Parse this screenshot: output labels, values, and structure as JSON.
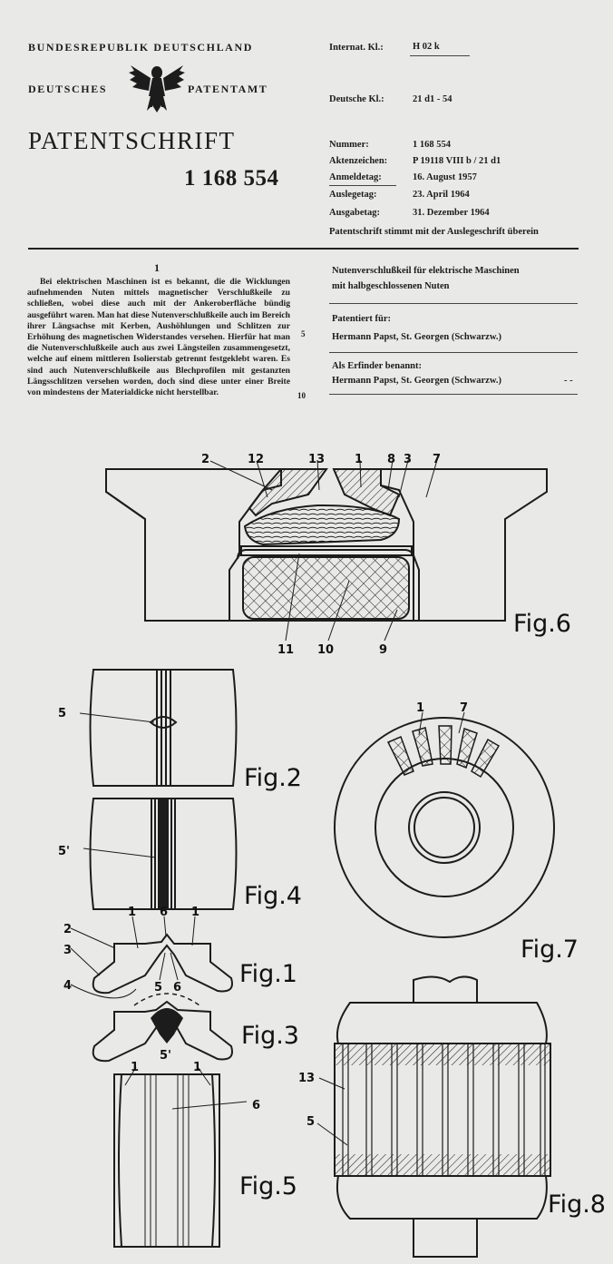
{
  "header": {
    "country": "BUNDESREPUBLIK DEUTSCHLAND",
    "office_left": "DEUTSCHES",
    "office_right": "PATENTAMT",
    "doc_type": "PATENTSCHRIFT",
    "number": "1 168 554",
    "intl_class_label": "Internat. Kl.:",
    "intl_class_value": "H 02 k",
    "de_class_label": "Deutsche Kl.:",
    "de_class_value": "21 d1 - 54"
  },
  "meta": {
    "nummer_label": "Nummer:",
    "nummer_value": "1 168 554",
    "akten_label": "Aktenzeichen:",
    "akten_value": "P 19118 VIII b / 21 d1",
    "anmelde_label": "Anmeldetag:",
    "anmelde_value": "16. August 1957",
    "auslege_label": "Auslegetag:",
    "auslege_value": "23. April 1964",
    "ausgabe_label": "Ausgabetag:",
    "ausgabe_value": "31. Dezember 1964",
    "note": "Patentschrift stimmt mit der Auslegeschrift überein"
  },
  "body": {
    "column_number": "1",
    "paragraph": "Bei elektrischen Maschinen ist es bekannt, die die Wicklungen aufnehmenden Nuten mittels magnetischer Verschlußkeile zu schließen, wobei diese auch mit der Ankeroberfläche bündig ausgeführt waren. Man hat diese Nutenverschlußkeile auch im Bereich ihrer Längsachse mit Kerben, Aushöhlungen und Schlitzen zur Erhöhung des magnetischen Widerstandes versehen. Hierfür hat man die Nutenverschlußkeile auch aus zwei Längsteilen zusammengesetzt, welche auf einem mittleren Isolierstab getrennt festgeklebt waren. Es sind auch Nutenverschlußkeile aus Blechprofilen mit gestanzten Längsschlitzen versehen worden, doch sind diese unter einer Breite von mindestens der Materialdicke nicht herstellbar.",
    "line_mark_5": "5",
    "line_mark_10": "10"
  },
  "sidebar": {
    "title_line1": "Nutenverschlußkeil für elektrische Maschinen",
    "title_line2": "mit halbgeschlossenen Nuten",
    "patented_for_label": "Patentiert für:",
    "patented_for_value": "Hermann Papst, St. Georgen (Schwarzw.)",
    "inventor_label": "Als Erfinder benannt:",
    "inventor_value": "Hermann Papst, St. Georgen (Schwarzw.)",
    "inventor_dash": "- -"
  },
  "figures": {
    "fig6": "Fig.6",
    "fig2": "Fig.2",
    "fig4": "Fig.4",
    "fig1": "Fig.1",
    "fig3": "Fig.3",
    "fig5": "Fig.5",
    "fig7": "Fig.7",
    "fig8": "Fig.8",
    "l1": "1",
    "l2": "2",
    "l3": "3",
    "l4": "4",
    "l5": "5",
    "l5p": "5'",
    "l6": "6",
    "l7": "7",
    "l8": "8",
    "l9": "9",
    "l10": "10",
    "l11": "11",
    "l12": "12",
    "l13": "13"
  }
}
